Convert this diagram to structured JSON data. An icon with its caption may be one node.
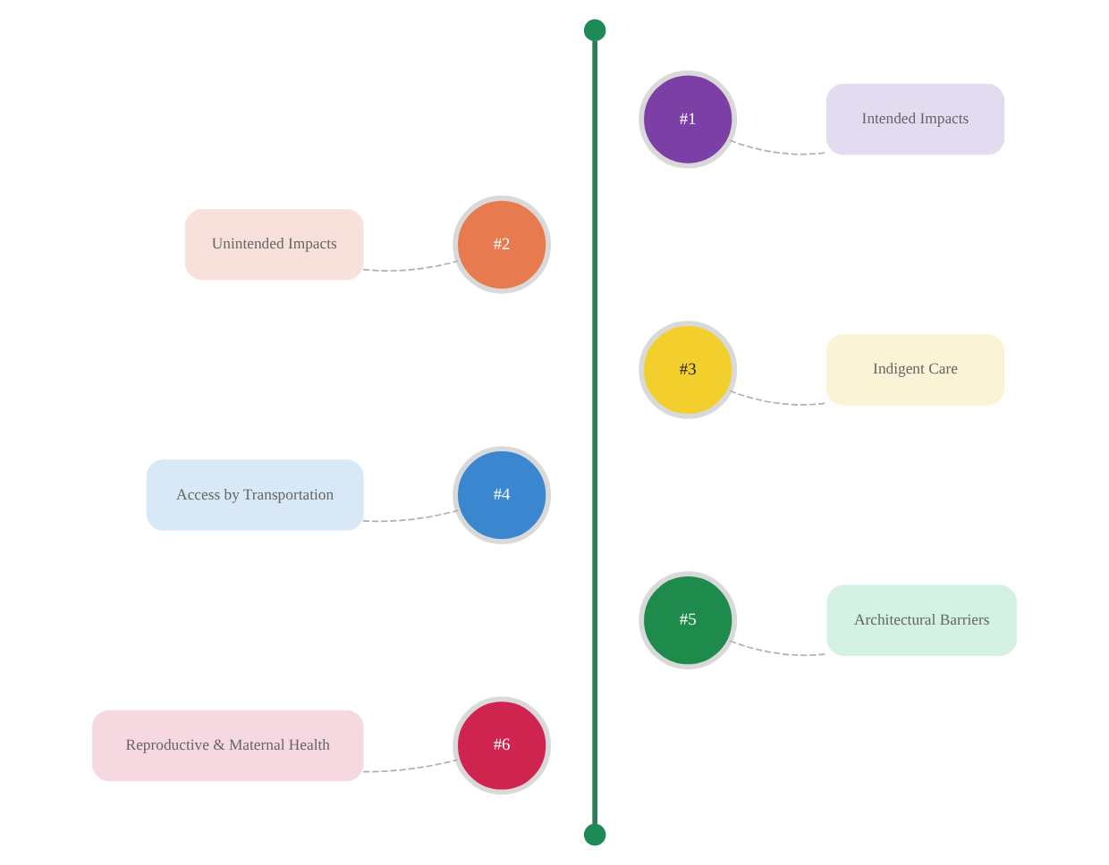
{
  "diagram": {
    "nodes": [
      {
        "text": [],
        "shape": "circle"
      },
      {
        "text": [
          "#1"
        ]
      },
      {
        "text": [
          "Intended Impacts"
        ]
      },
      {
        "text": [
          "Unintended Impacts"
        ]
      },
      {
        "text": [
          "#2"
        ]
      },
      {
        "text": [
          "#3"
        ]
      },
      {
        "text": [
          "Indigent Care"
        ]
      },
      {
        "text": [
          "Access by Transportation"
        ]
      },
      {
        "text": [
          "#4"
        ]
      },
      {
        "text": [
          "#5"
        ]
      },
      {
        "text": [
          "Architectural Barriers"
        ]
      },
      {
        "text": [
          "Reproductive & Maternal Health"
        ]
      },
      {
        "text": [
          "#6"
        ]
      },
      {
        "text": [],
        "shape": "circle"
      }
    ],
    "edges": [
      {
        "from": 0,
        "to": 13,
        "arrow": "none",
        "style": "thick",
        "color": "#2e7d5b"
      },
      {
        "from": 1,
        "to": 2,
        "arrow": "none",
        "style": "dashed"
      },
      {
        "from": 3,
        "to": 4,
        "arrow": "none",
        "style": "dashed"
      },
      {
        "from": 5,
        "to": 6,
        "arrow": "none",
        "style": "dashed"
      },
      {
        "from": 7,
        "to": 8,
        "arrow": "none",
        "style": "dashed"
      },
      {
        "from": 9,
        "to": 10,
        "arrow": "none",
        "style": "dashed"
      },
      {
        "from": 11,
        "to": 12,
        "arrow": "none",
        "style": "dashed"
      }
    ]
  }
}
